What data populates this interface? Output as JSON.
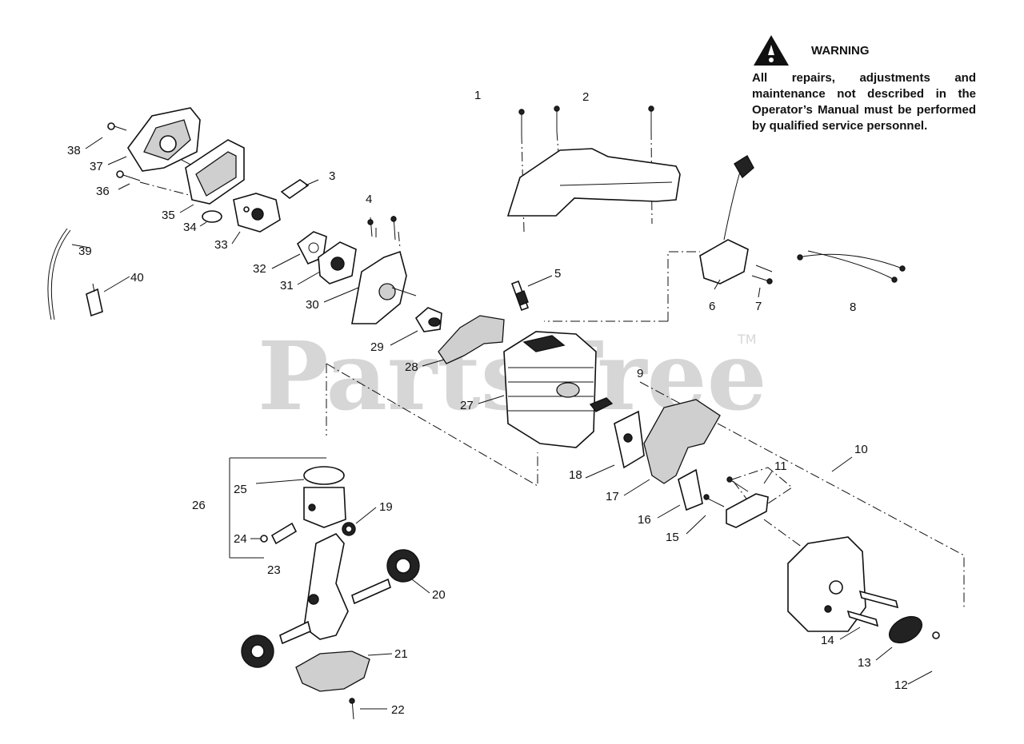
{
  "watermark": {
    "text": "PartsTree",
    "tm": "TM"
  },
  "warning": {
    "title": "WARNING",
    "text": "All repairs, adjustments and maintenance not described in the Operator’s Manual must be performed by qualified service personnel."
  },
  "callouts": {
    "c1": "1",
    "c2": "2",
    "c3": "3",
    "c4": "4",
    "c5": "5",
    "c6": "6",
    "c7": "7",
    "c8": "8",
    "c9": "9",
    "c10": "10",
    "c11": "11",
    "c12": "12",
    "c13": "13",
    "c14": "14",
    "c15": "15",
    "c16": "16",
    "c17": "17",
    "c18": "18",
    "c19": "19",
    "c20": "20",
    "c21": "21",
    "c22": "22",
    "c23": "23",
    "c24": "24",
    "c25": "25",
    "c26": "26",
    "c27": "27",
    "c28": "28",
    "c29": "29",
    "c30": "30",
    "c31": "31",
    "c32": "32",
    "c33": "33",
    "c34": "34",
    "c35": "35",
    "c36": "36",
    "c37": "37",
    "c38": "38",
    "c39": "39",
    "c40": "40"
  },
  "icons": {
    "warning": "warning-triangle-icon"
  }
}
